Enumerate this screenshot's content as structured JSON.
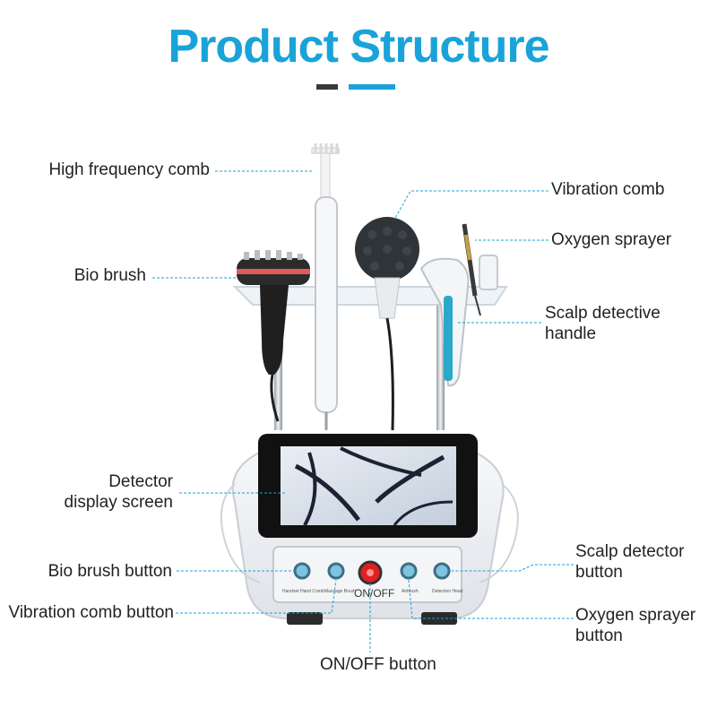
{
  "title": "Product Structure",
  "colors": {
    "accent": "#1aa3d9",
    "title": "#1aa3d9",
    "text": "#222222",
    "leader": "#1aa3d9"
  },
  "labels": {
    "high_frequency_comb": "High frequency comb",
    "vibration_comb": "Vibration comb",
    "oxygen_sprayer": "Oxygen sprayer",
    "bio_brush": "Bio brush",
    "scalp_detective_handle_1": "Scalp detective",
    "scalp_detective_handle_2": "handle",
    "detector_display_1": "Detector",
    "detector_display_2": "display screen",
    "bio_brush_button": "Bio brush button",
    "scalp_detector_button_1": "Scalp detector",
    "scalp_detector_button_2": "button",
    "vibration_comb_button": "Vibration comb button",
    "oxygen_sprayer_button_1": "Oxygen sprayer",
    "oxygen_sprayer_button_2": "button",
    "on_off_button": "ON/OFF button"
  },
  "device": {
    "power_label": "ON/OFF",
    "button_captions": [
      "Handset Hand Comb",
      "Massage Brush",
      "Airbrush",
      "Detection Head"
    ]
  }
}
